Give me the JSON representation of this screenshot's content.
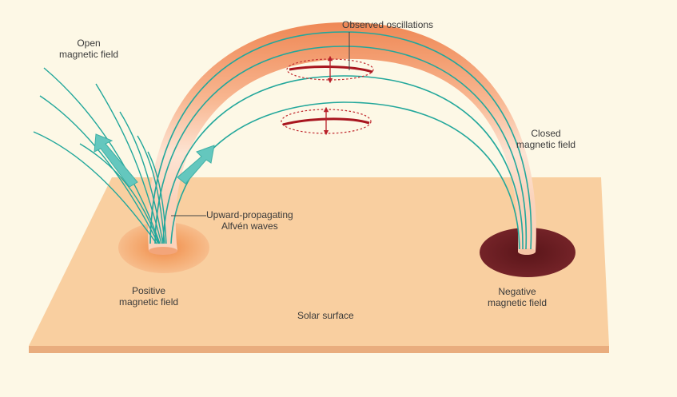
{
  "labels": {
    "open_field": [
      "Open",
      "magnetic field"
    ],
    "observed_oscillations": "Observed oscillations",
    "closed_field": [
      "Closed",
      "magnetic field"
    ],
    "alfven_waves": [
      "Upward-propagating",
      "Alfvén waves"
    ],
    "positive_field": [
      "Positive",
      "magnetic field"
    ],
    "negative_field": [
      "Negative",
      "magnetic field"
    ],
    "solar_surface": "Solar surface"
  },
  "colors": {
    "background": "#fdf8e6",
    "surface": "#f9cfa0",
    "surface_edge": "#e9b080",
    "loop_outer": "#f08e5a",
    "loop_inner": "#fde6d6",
    "field_lines": "#22a79b",
    "arrows": "#5ec6bd",
    "oscillation": "#b8202a",
    "positive_spot": "#f4a66a",
    "negative_spot": "#6b1f24"
  }
}
